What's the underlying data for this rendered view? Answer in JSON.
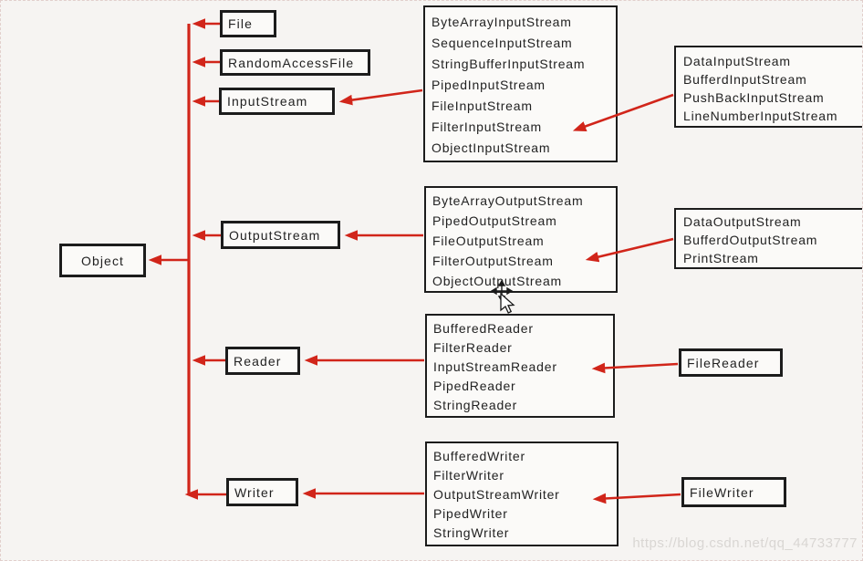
{
  "page": {
    "watermark": "https://blog.csdn.net/qq_44733777"
  },
  "colors": {
    "arrow_red": "#d1251a",
    "box_border": "#1c1c1c",
    "background": "#f6f4f2"
  },
  "boxes": {
    "object": "Object",
    "file": "File",
    "random_access_file": "RandomAccessFile",
    "input_stream": "InputStream",
    "output_stream": "OutputStream",
    "reader": "Reader",
    "writer": "Writer",
    "file_reader": "FileReader",
    "file_writer": "FileWriter"
  },
  "lists": {
    "input_stream_subclasses": [
      "ByteArrayInputStream",
      "SequenceInputStream",
      "StringBufferInputStream",
      "PipedInputStream",
      "FileInputStream",
      "FilterInputStream",
      "ObjectInputStream"
    ],
    "filter_input_subclasses": [
      "DataInputStream",
      "BufferdInputStream",
      "PushBackInputStream",
      "LineNumberInputStream"
    ],
    "output_stream_subclasses": [
      "ByteArrayOutputStream",
      "PipedOutputStream",
      "FileOutputStream",
      "FilterOutputStream",
      "ObjectOutputStream"
    ],
    "filter_output_subclasses": [
      "DataOutputStream",
      "BufferdOutputStream",
      "PrintStream"
    ],
    "reader_subclasses": [
      "BufferedReader",
      "FilterReader",
      "InputStreamReader",
      "PipedReader",
      "StringReader"
    ],
    "writer_subclasses": [
      "BufferedWriter",
      "FilterWriter",
      "OutputStreamWriter",
      "PipedWriter",
      "StringWriter"
    ]
  }
}
